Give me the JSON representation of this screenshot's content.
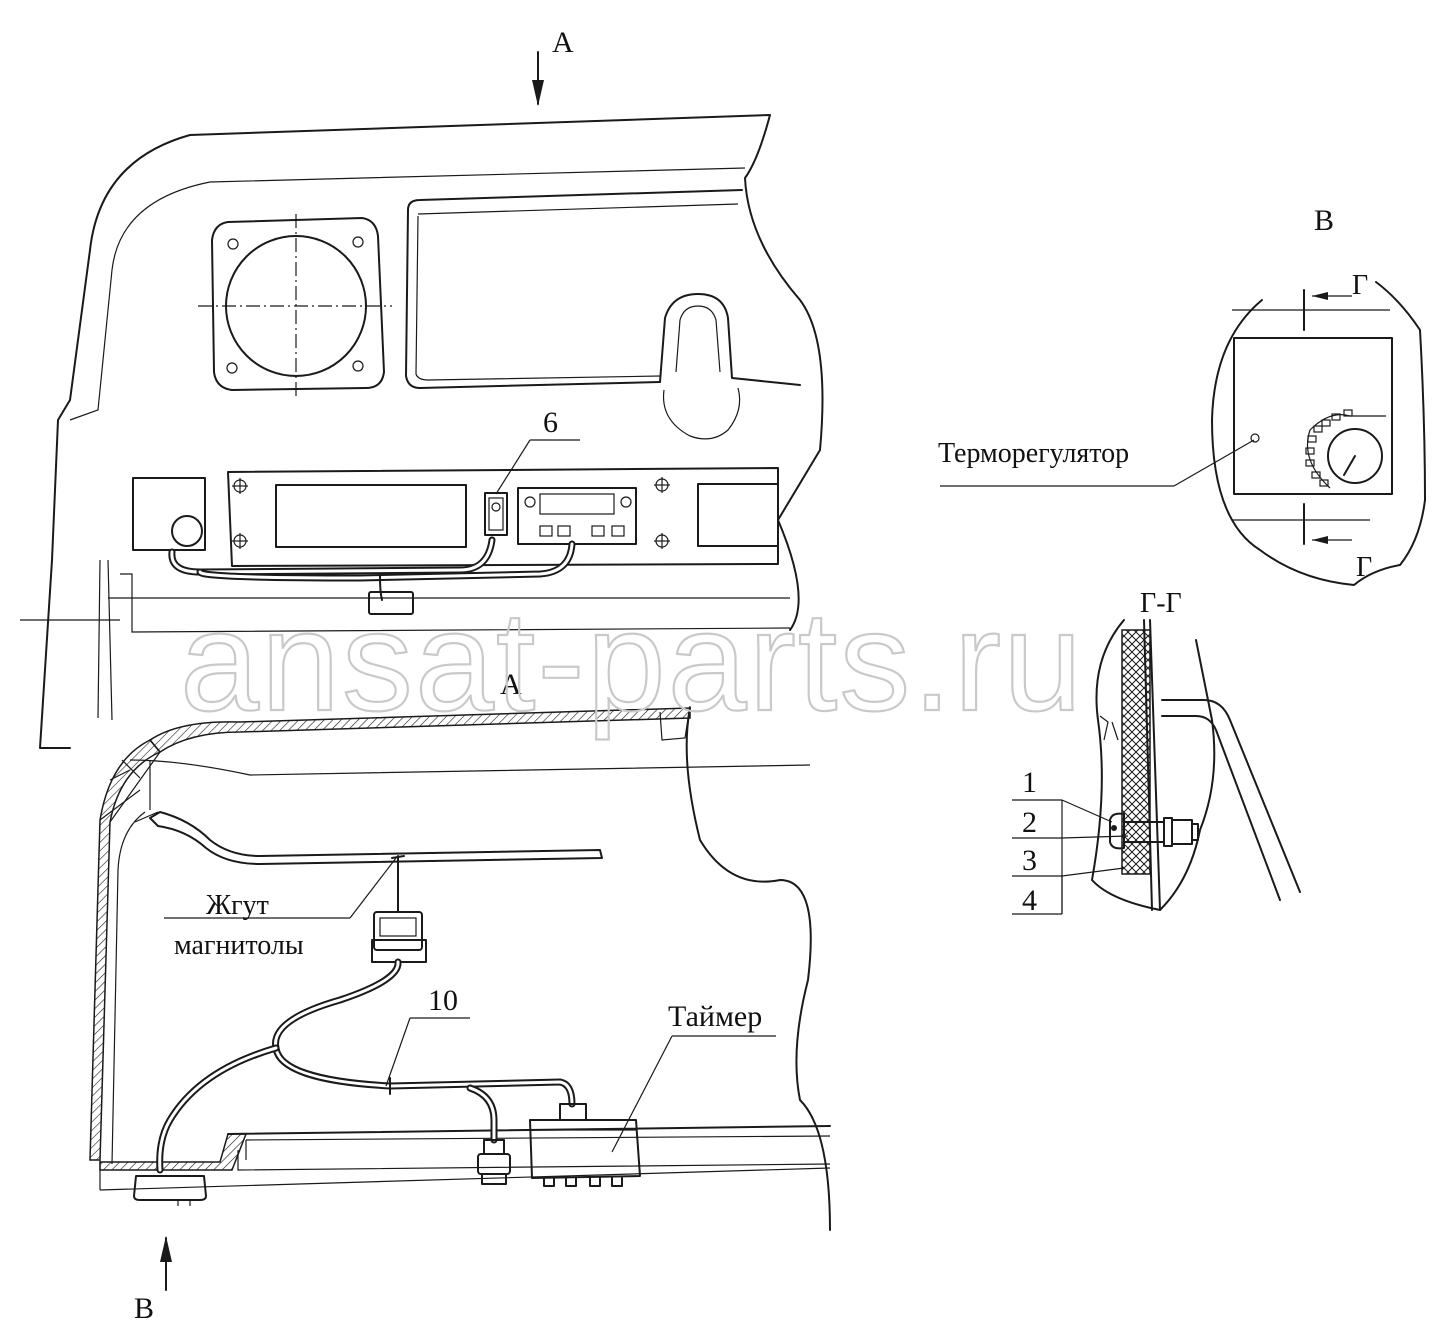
{
  "view_labels": {
    "a_top": "А",
    "a_mid": "А",
    "b_bottom": "В",
    "b_detail_title": "В",
    "g_top": "Г",
    "g_bottom": "Г",
    "section_title": "Г-Г"
  },
  "callouts": {
    "item_6": "6",
    "item_10": "10",
    "item_1": "1",
    "item_2": "2",
    "item_3": "3",
    "item_4": "4"
  },
  "labels": {
    "thermostat": "Терморегулятор",
    "harness_line1": "Жгут",
    "harness_line2": "магнитолы",
    "timer": "Таймер"
  },
  "watermark": "ansat-parts.ru"
}
